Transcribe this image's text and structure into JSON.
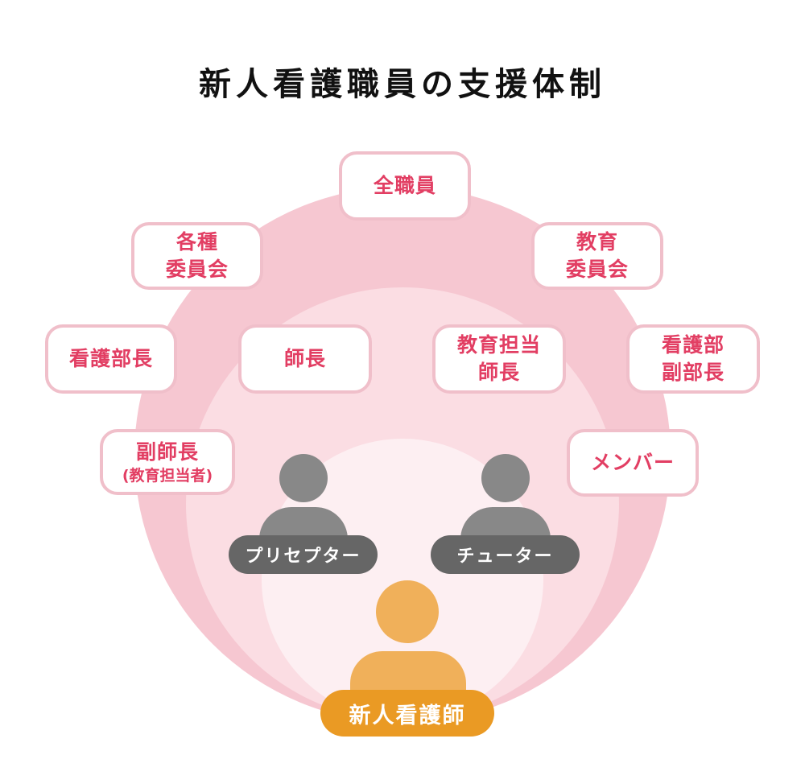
{
  "title": "新人看護職員の支援体制",
  "colors": {
    "outer_circle": "#f6c7d1",
    "middle_circle": "#fbdde3",
    "inner_circle": "#fdeff2",
    "box_border": "#f0bfca",
    "box_text": "#e23e63",
    "mentor_icon": "#888888",
    "mentor_pill": "#666666",
    "new_nurse_icon": "#f0b05a",
    "new_nurse_pill": "#ea9a24"
  },
  "boxes": {
    "all_staff": {
      "lines": [
        "全職員"
      ]
    },
    "committees": {
      "lines": [
        "各種",
        "委員会"
      ]
    },
    "education_committee": {
      "lines": [
        "教育",
        "委員会"
      ]
    },
    "nursing_director": {
      "lines": [
        "看護部長"
      ]
    },
    "head_nurse": {
      "lines": [
        "師長"
      ]
    },
    "education_head_nurse": {
      "lines": [
        "教育担当",
        "師長"
      ]
    },
    "deputy_nursing_director": {
      "lines": [
        "看護部",
        "副部長"
      ]
    },
    "deputy_head_nurse": {
      "lines": [
        "副師長"
      ],
      "sub": "(教育担当者)"
    },
    "members": {
      "lines": [
        "メンバー"
      ]
    }
  },
  "people": {
    "preceptor": {
      "label": "プリセプター",
      "icon": "person-icon"
    },
    "tutor": {
      "label": "チューター",
      "icon": "person-icon"
    },
    "new_nurse": {
      "label": "新人看護師",
      "icon": "person-icon"
    }
  }
}
